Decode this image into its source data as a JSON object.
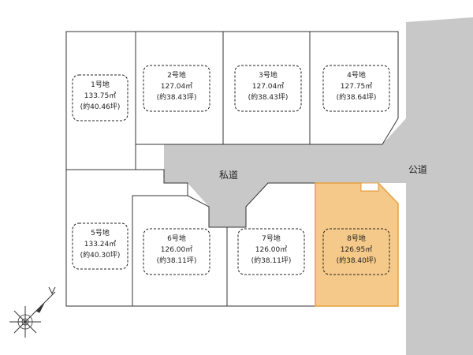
{
  "roads": {
    "private": "私道",
    "public": "公道"
  },
  "lots": [
    {
      "name": "1号地",
      "area": "133.75㎡",
      "tsubo": "(約40.46坪)",
      "highlight": false
    },
    {
      "name": "2号地",
      "area": "127.04㎡",
      "tsubo": "(約38.43坪)",
      "highlight": false
    },
    {
      "name": "3号地",
      "area": "127.04㎡",
      "tsubo": "(約38.43坪)",
      "highlight": false
    },
    {
      "name": "4号地",
      "area": "127.75㎡",
      "tsubo": "(約38.64坪)",
      "highlight": false
    },
    {
      "name": "5号地",
      "area": "133.24㎡",
      "tsubo": "(約40.30坪)",
      "highlight": false
    },
    {
      "name": "6号地",
      "area": "126.00㎡",
      "tsubo": "(約38.11坪)",
      "highlight": false
    },
    {
      "name": "7号地",
      "area": "126.00㎡",
      "tsubo": "(約38.11坪)",
      "highlight": false
    },
    {
      "name": "8号地",
      "area": "126.95㎡",
      "tsubo": "(約38.40坪)",
      "highlight": true
    }
  ],
  "colors": {
    "road": "#c8c8c8",
    "highlight_fill": "#f5c98a",
    "highlight_border": "#e8a040",
    "line": "#333333"
  },
  "icons": {
    "compass": "north-arrow-icon"
  }
}
